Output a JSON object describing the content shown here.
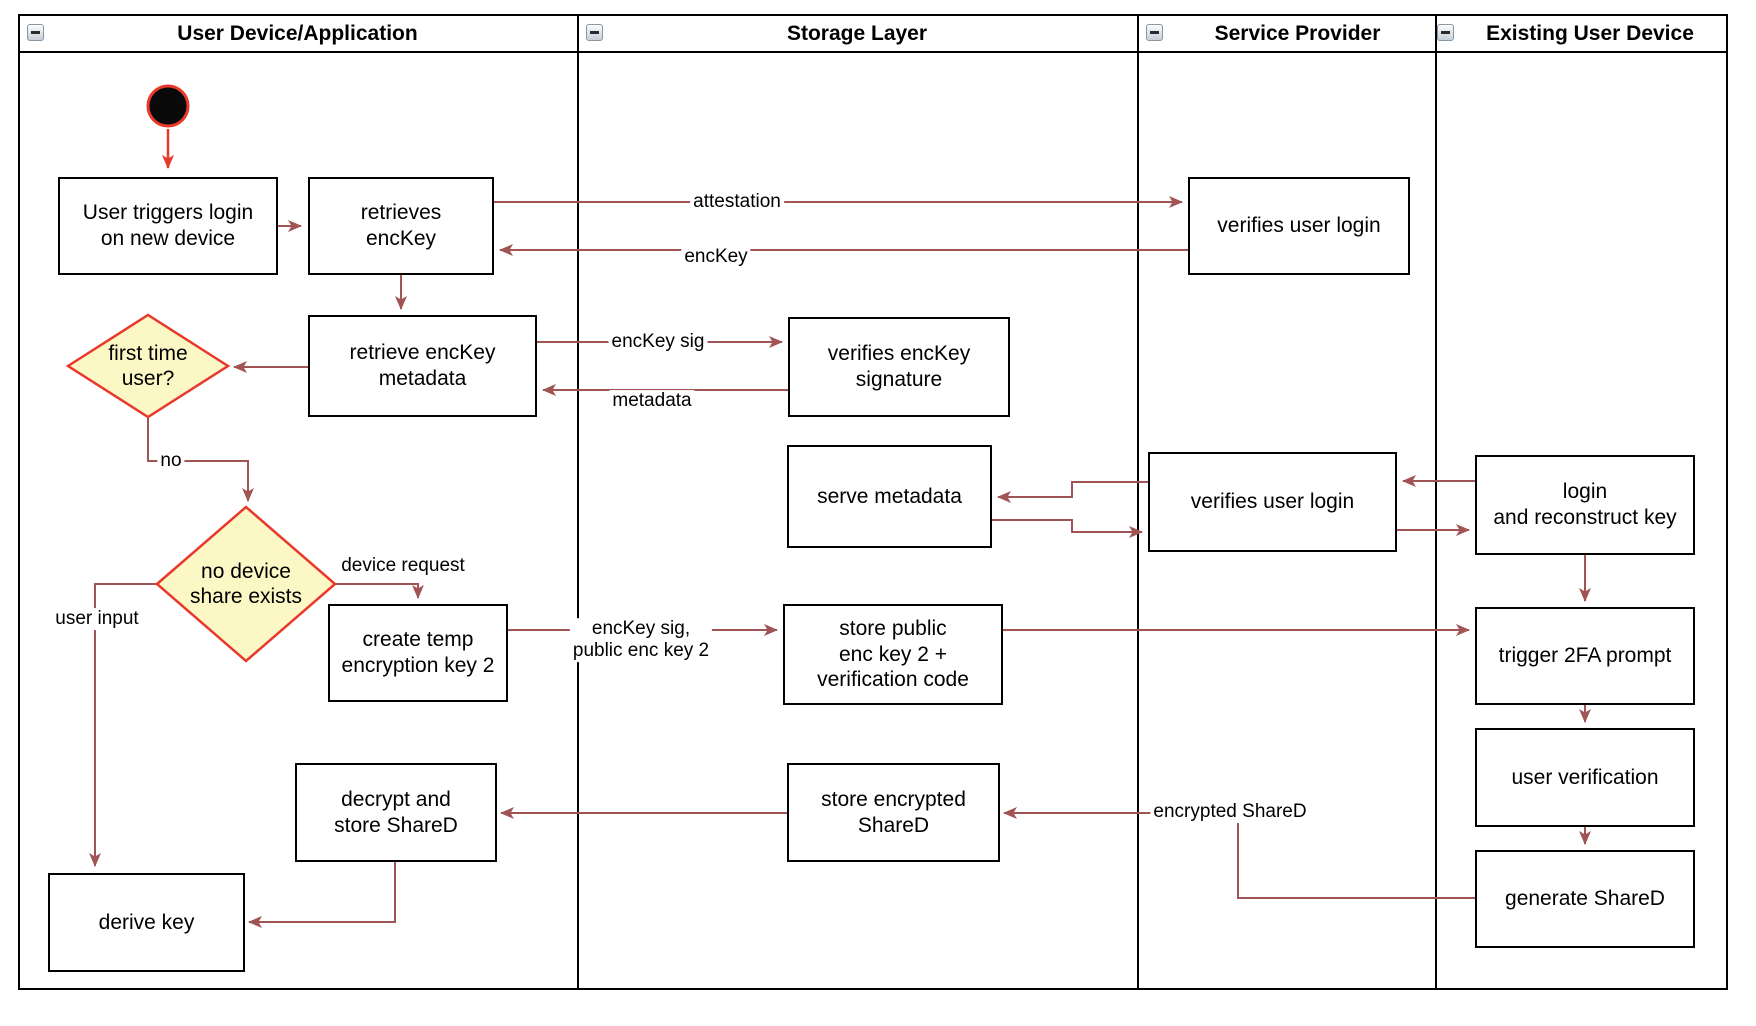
{
  "lanes": [
    {
      "title": "User Device/Application"
    },
    {
      "title": "Storage Layer"
    },
    {
      "title": "Service Provider"
    },
    {
      "title": "Existing User Device"
    }
  ],
  "nodes": {
    "user_triggers": "User triggers login\non new device",
    "retrieves_enckey": "retrieves\nencKey",
    "verifies_login_1": "verifies user login",
    "retrieve_metadata": "retrieve encKey\nmetadata",
    "first_time": "first time\nuser?",
    "verifies_signature": "verifies encKey\nsignature",
    "serve_metadata": "serve metadata",
    "verifies_login_2": "verifies user login",
    "login_reconstruct": "login\nand reconstruct key",
    "no_share": "no device\nshare exists",
    "create_temp": "create temp\nencryption key 2",
    "store_public": "store public\nenc key 2 +\nverification code",
    "trigger_2fa": "trigger 2FA prompt",
    "user_verification": "user verification",
    "generate_shared": "generate ShareD",
    "store_encrypted": "store encrypted\nShareD",
    "decrypt_store": "decrypt and\nstore ShareD",
    "derive_key": "derive key"
  },
  "edge_labels": {
    "attestation": "attestation",
    "enckey": "encKey",
    "enckey_sig": "encKey sig",
    "metadata": "metadata",
    "no": "no",
    "device_request": "device request",
    "enckey_sig_pub2": "encKey sig,\npublic enc key 2",
    "user_input": "user input",
    "encrypted_shared": "encrypted ShareD"
  },
  "colors": {
    "connector": "#a05454",
    "accent_red": "#e8392b",
    "decision_fill": "#fbf8c5"
  }
}
